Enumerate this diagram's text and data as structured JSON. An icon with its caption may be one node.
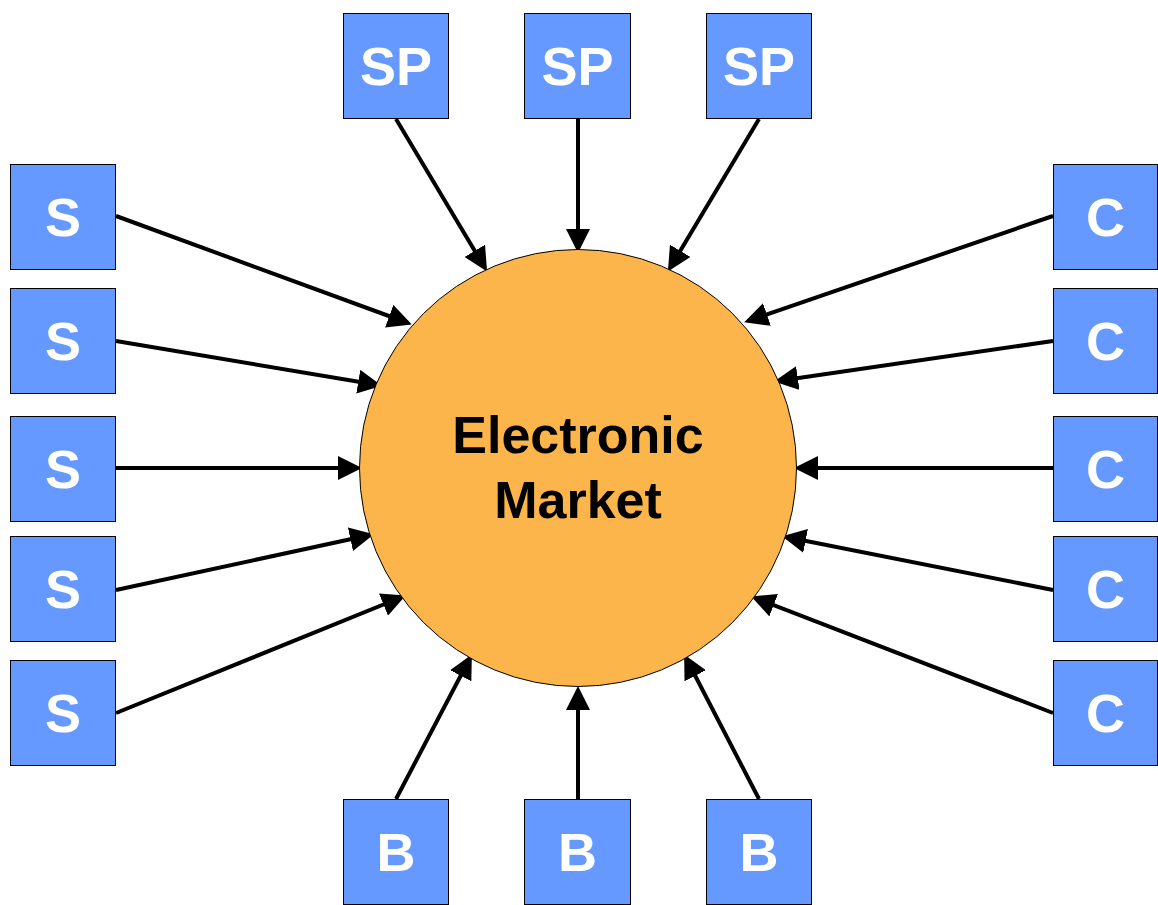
{
  "diagram": {
    "nodes": [
      {
        "text": [
          "Electronic Market"
        ]
      },
      {
        "text": [
          "SP"
        ]
      },
      {
        "text": [
          "SP"
        ]
      },
      {
        "text": [
          "SP"
        ]
      },
      {
        "text": [
          "S"
        ]
      },
      {
        "text": [
          "S"
        ]
      },
      {
        "text": [
          "S"
        ]
      },
      {
        "text": [
          "S"
        ]
      },
      {
        "text": [
          "S"
        ]
      },
      {
        "text": [
          "C"
        ]
      },
      {
        "text": [
          "C"
        ]
      },
      {
        "text": [
          "C"
        ]
      },
      {
        "text": [
          "C"
        ]
      },
      {
        "text": [
          "C"
        ]
      },
      {
        "text": [
          "B"
        ]
      },
      {
        "text": [
          "B"
        ]
      },
      {
        "text": [
          "B"
        ]
      }
    ],
    "edges": [
      {
        "from": 1,
        "to": 0,
        "arrow": "to"
      },
      {
        "from": 2,
        "to": 0,
        "arrow": "to"
      },
      {
        "from": 3,
        "to": 0,
        "arrow": "to"
      },
      {
        "from": 4,
        "to": 0,
        "arrow": "to"
      },
      {
        "from": 5,
        "to": 0,
        "arrow": "to"
      },
      {
        "from": 6,
        "to": 0,
        "arrow": "to"
      },
      {
        "from": 7,
        "to": 0,
        "arrow": "to"
      },
      {
        "from": 8,
        "to": 0,
        "arrow": "to"
      },
      {
        "from": 9,
        "to": 0,
        "arrow": "to"
      },
      {
        "from": 10,
        "to": 0,
        "arrow": "to"
      },
      {
        "from": 11,
        "to": 0,
        "arrow": "to"
      },
      {
        "from": 12,
        "to": 0,
        "arrow": "to"
      },
      {
        "from": 13,
        "to": 0,
        "arrow": "to"
      },
      {
        "from": 14,
        "to": 0,
        "arrow": "to"
      },
      {
        "from": 15,
        "to": 0,
        "arrow": "to"
      },
      {
        "from": 16,
        "to": 0,
        "arrow": "to"
      }
    ]
  }
}
